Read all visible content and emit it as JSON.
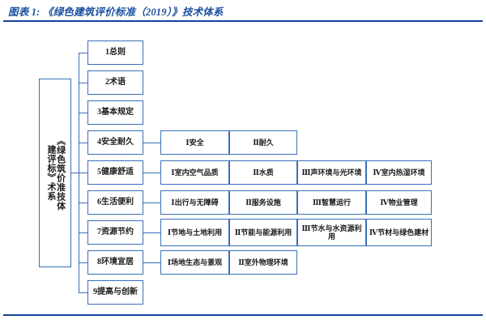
{
  "figure": {
    "title": "图表 1:  《绿色建筑评价标准（2019）》技术体系",
    "accent_color": "#12459b",
    "box_border_color": "#3a6fb8"
  },
  "diagram": {
    "type": "tree-hierarchy",
    "root": {
      "label": "《绿色建筑评价标准》技术体系",
      "vertical_columns": [
        "《绿色建筑评价标准》技术",
        "建评标准》技术体系"
      ],
      "col_right": "《绿色筑价准技体",
      "col_left": "建评标》术系"
    },
    "chapters": [
      {
        "id": 1,
        "label": "1总则",
        "sections": []
      },
      {
        "id": 2,
        "label": "2术语",
        "sections": []
      },
      {
        "id": 3,
        "label": "3基本规定",
        "sections": []
      },
      {
        "id": 4,
        "label": "4安全耐久",
        "sections": [
          "Ⅰ安全",
          "Ⅱ耐久"
        ]
      },
      {
        "id": 5,
        "label": "5健康舒适",
        "sections": [
          "Ⅰ室内空气品质",
          "Ⅱ水质",
          "Ⅲ声环境与光环境",
          "Ⅳ室内热湿环境"
        ]
      },
      {
        "id": 6,
        "label": "6生活便利",
        "sections": [
          "Ⅰ出行与无障碍",
          "Ⅱ服务设施",
          "Ⅲ智慧运行",
          "Ⅳ物业管理"
        ]
      },
      {
        "id": 7,
        "label": "7资源节约",
        "sections": [
          "Ⅰ节地与土地利用",
          "Ⅱ节能与能源利用",
          "Ⅲ节水与水资源利用",
          "Ⅳ节材与绿色建材"
        ]
      },
      {
        "id": 8,
        "label": "8环境宜居",
        "sections": [
          "Ⅰ场地生态与景观",
          "Ⅱ室外物理环境"
        ]
      },
      {
        "id": 9,
        "label": "9提高与创新",
        "sections": []
      }
    ]
  }
}
